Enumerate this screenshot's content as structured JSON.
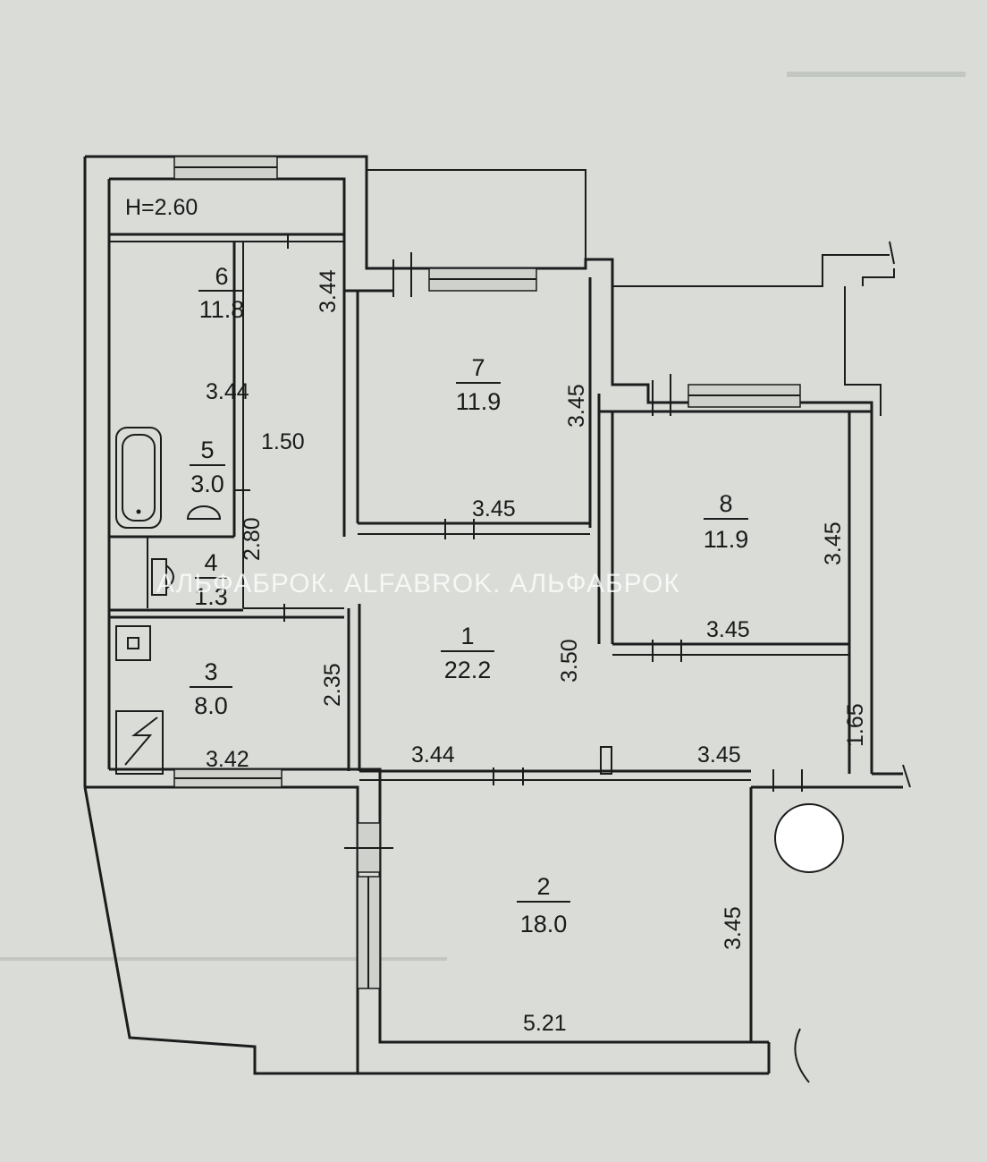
{
  "ceiling_height": "H=2.60",
  "watermark": "АЛЬФАБРОК. ALFABROK. АЛЬФАБРОК",
  "rooms": [
    {
      "id": "6",
      "area": "11.8"
    },
    {
      "id": "7",
      "area": "11.9"
    },
    {
      "id": "8",
      "area": "11.9"
    },
    {
      "id": "5",
      "area": "3.0"
    },
    {
      "id": "4",
      "area": "1.3"
    },
    {
      "id": "3",
      "area": "8.0"
    },
    {
      "id": "1",
      "area": "22.2"
    },
    {
      "id": "2",
      "area": "18.0"
    }
  ],
  "dimensions": {
    "r6_height": "3.44",
    "r6_width": "3.44",
    "r7_height": "3.45",
    "r7_width": "3.45",
    "r8_height": "3.45",
    "r8_width": "3.45",
    "corridor_width": "1.50",
    "corridor_height": "2.80",
    "r3_height": "2.35",
    "r3_width": "3.42",
    "r1_height": "3.50",
    "r1_width_left": "3.44",
    "r1_width_right": "3.45",
    "hall_height": "1.65",
    "r2_height": "3.45",
    "r2_width": "5.21"
  },
  "colors": {
    "paper": "#d9dcd7",
    "ink": "#1c1c1c"
  }
}
